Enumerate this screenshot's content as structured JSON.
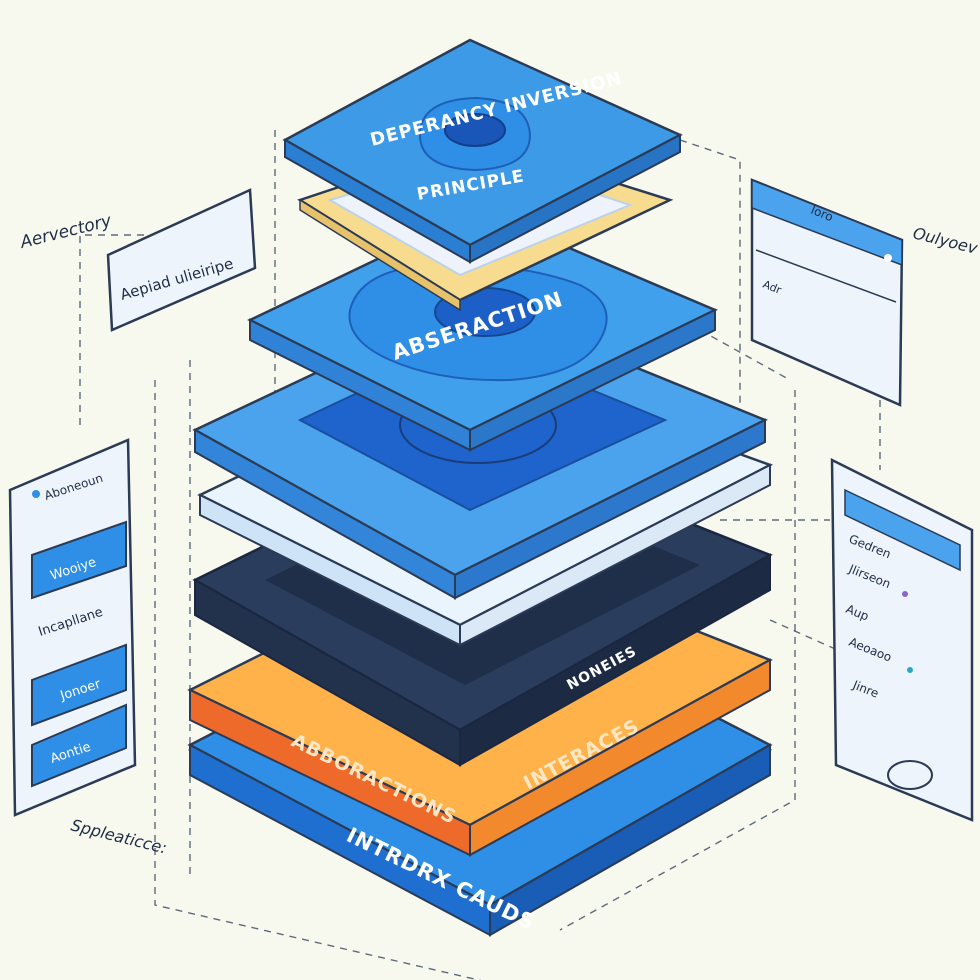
{
  "diagram": {
    "top_layer": {
      "title": "DEPERANCY INVERSION",
      "subtitle": "PRINCIPLE",
      "badge": ""
    },
    "abstraction_layer": {
      "label": "ABSERACTION"
    },
    "light_layer": {
      "label": ""
    },
    "dark_layer": {
      "label": "NONEIES"
    },
    "orange_layer": {
      "left_label": "ABBORACTIONS",
      "right_label": "INTERACES"
    },
    "blue_bottom_layer": {
      "label": "INTRDRX CAUDS"
    },
    "side_labels": {
      "top_left": "Aervectory",
      "bottom_left": "Sppleaticce:",
      "top_right": "Oulyoev"
    },
    "callout": {
      "label": "Aepiad ulieiripe"
    },
    "left_panel": {
      "header": "Aboneoun",
      "items": [
        "Wooiye",
        "Incapllane",
        "Jonoer",
        "Aontie"
      ]
    },
    "top_right_panel": {
      "header": "loro",
      "text": "Adr"
    },
    "right_panel": {
      "items": [
        "Gedren",
        "Jlirseon",
        "Aup",
        "Aeoaoo",
        "Jinre"
      ]
    },
    "colors": {
      "background": "#f8f9ee",
      "blue": "#3f9ce8",
      "deep_blue": "#1f63cc",
      "yellow": "#f7dc8f",
      "navy": "#2a3d5c",
      "orange": "#f39a2e",
      "outline": "#2b3a55"
    }
  }
}
